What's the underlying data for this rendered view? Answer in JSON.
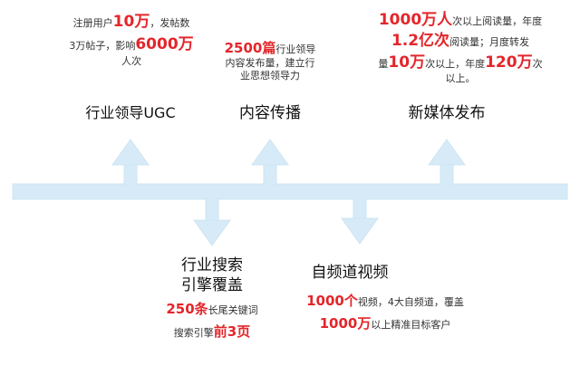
{
  "colors": {
    "arrow_fill": "#d6ebf7",
    "highlight": "#e3262b"
  },
  "items": {
    "ugc": {
      "label": "行业领导UGC",
      "line1_pre": "注册用户",
      "line1_num": "10万",
      "line1_post": "，发帖数",
      "line2_pre": "3万帖子，影响",
      "line2_num": "6000万",
      "line3": "人次"
    },
    "content": {
      "label": "内容传播",
      "line1_num": "2500篇",
      "line1_post": "行业领导",
      "line2": "内容发布量，建立行",
      "line3": "业思想领导力"
    },
    "media": {
      "label": "新媒体发布",
      "line1_num": "1000万人",
      "line1_post": "次以上阅读量，年度",
      "line2_num": "1.2亿次",
      "line2_post": "阅读量；月度转发",
      "line3_pre": "量",
      "line3_num": "10万",
      "line3_mid": "次以上，年度",
      "line3_num2": "120万",
      "line3_post": "次",
      "line4": "以上。"
    },
    "search": {
      "label_line1": "行业搜索",
      "label_line2": "引擎覆盖",
      "line1_num": "250条",
      "line1_post": "长尾关键词",
      "line2_pre": "搜索引擎",
      "line2_num": "前3页"
    },
    "video": {
      "label": "自频道视频",
      "line1_num": "1000个",
      "line1_post": "视频，4大自频道，覆盖",
      "line2_num": "1000万",
      "line2_post": "以上精准目标客户"
    }
  }
}
